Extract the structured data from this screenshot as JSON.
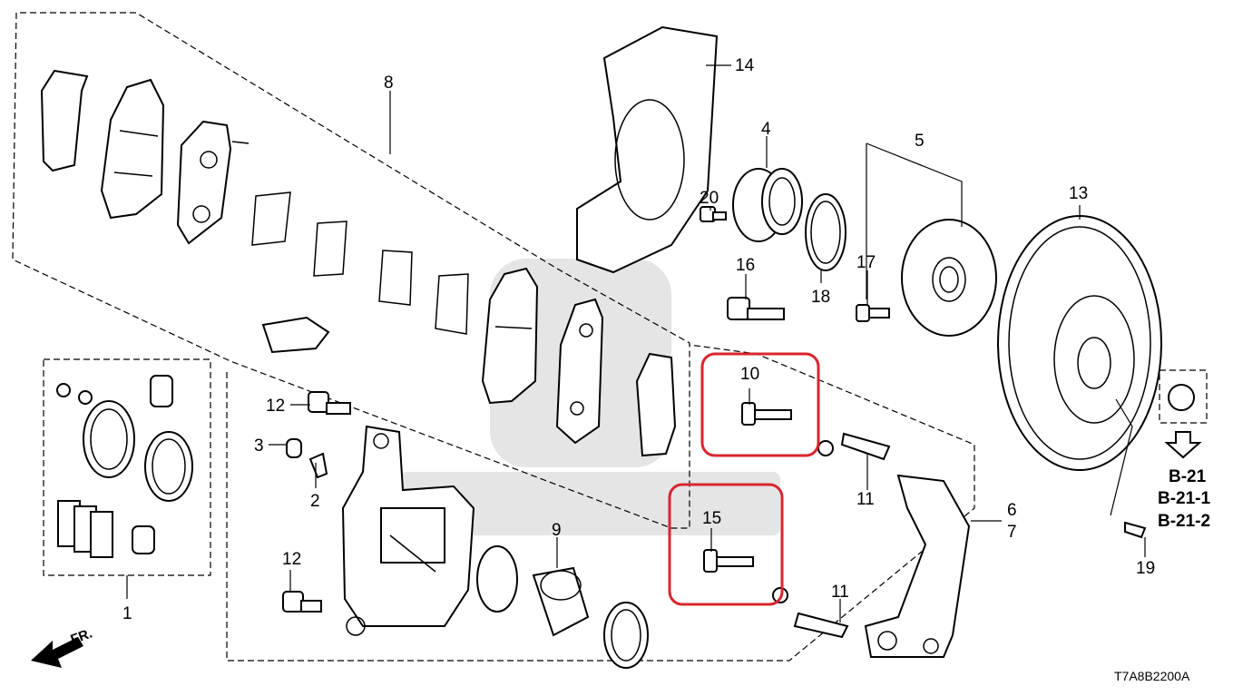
{
  "callouts": {
    "c1": "1",
    "c2": "2",
    "c3": "3",
    "c4": "4",
    "c5": "5",
    "c6": "6",
    "c7": "7",
    "c8": "8",
    "c9": "9",
    "c10": "10",
    "c11a": "11",
    "c11b": "11",
    "c12a": "12",
    "c12b": "12",
    "c13": "13",
    "c14": "14",
    "c15": "15",
    "c16": "16",
    "c17": "17",
    "c18": "18",
    "c19": "19",
    "c20": "20"
  },
  "references": [
    "B-21",
    "B-21-1",
    "B-21-2"
  ],
  "direction_label": "FR.",
  "diagram_code": "T7A8B2200A",
  "colors": {
    "highlight": "#d9252e",
    "line": "#000000",
    "watermark": "#cfcfcf"
  }
}
